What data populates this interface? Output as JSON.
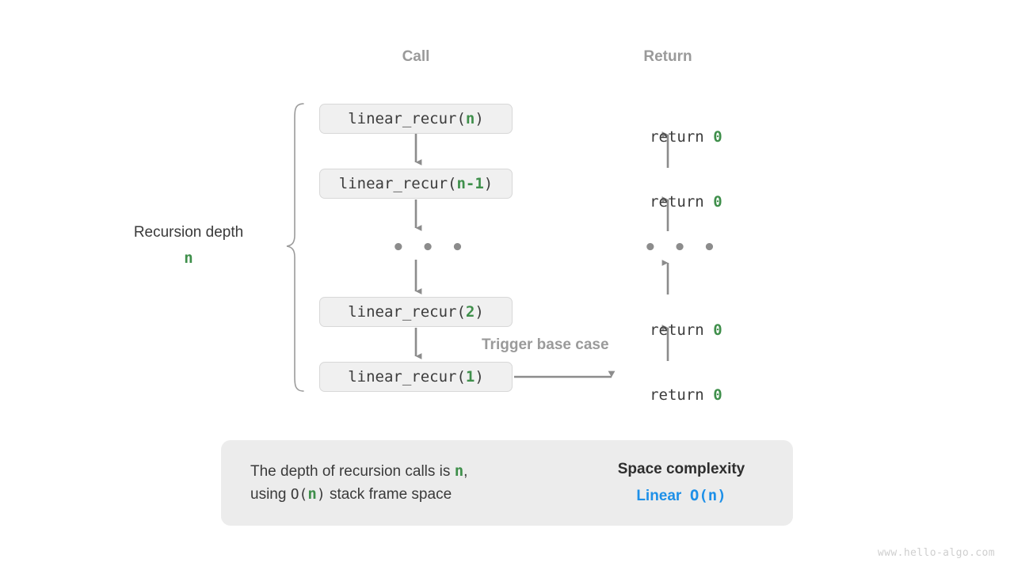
{
  "headers": {
    "call": "Call",
    "return": "Return"
  },
  "call_stack": [
    {
      "prefix": "linear_recur(",
      "arg": "n",
      "suffix": ")"
    },
    {
      "prefix": "linear_recur(",
      "arg": "n-1",
      "suffix": ")"
    },
    {
      "prefix": "linear_recur(",
      "arg": "2",
      "suffix": ")"
    },
    {
      "prefix": "linear_recur(",
      "arg": "1",
      "suffix": ")"
    }
  ],
  "returns": [
    {
      "keyword": "return ",
      "value": "0"
    },
    {
      "keyword": "return ",
      "value": "0"
    },
    {
      "keyword": "return ",
      "value": "0"
    },
    {
      "keyword": "return ",
      "value": "0"
    }
  ],
  "ellipsis": "• • •",
  "depth": {
    "title": "Recursion depth",
    "value": "n"
  },
  "trigger_label": "Trigger base case",
  "summary": {
    "line1_a": "The depth of recursion calls is ",
    "line1_n": "n",
    "line1_b": ",",
    "line2_a": "using ",
    "line2_o": "O(",
    "line2_n": "n",
    "line2_c": ")",
    "line2_b": " stack frame space",
    "complexity_title": "Space complexity",
    "complexity_value_word": "Linear",
    "complexity_value_notation": "O(n)"
  },
  "watermark": "www.hello-algo.com",
  "colors": {
    "accent_green": "#3f8f4b",
    "accent_blue": "#1e90e8",
    "arrow_gray": "#8c8c8c",
    "box_fill": "#f0f0f0",
    "box_border": "#d8d8d8",
    "panel_fill": "#ececec",
    "header_gray": "#9a9a9a",
    "text_dark": "#3c3c3c"
  }
}
